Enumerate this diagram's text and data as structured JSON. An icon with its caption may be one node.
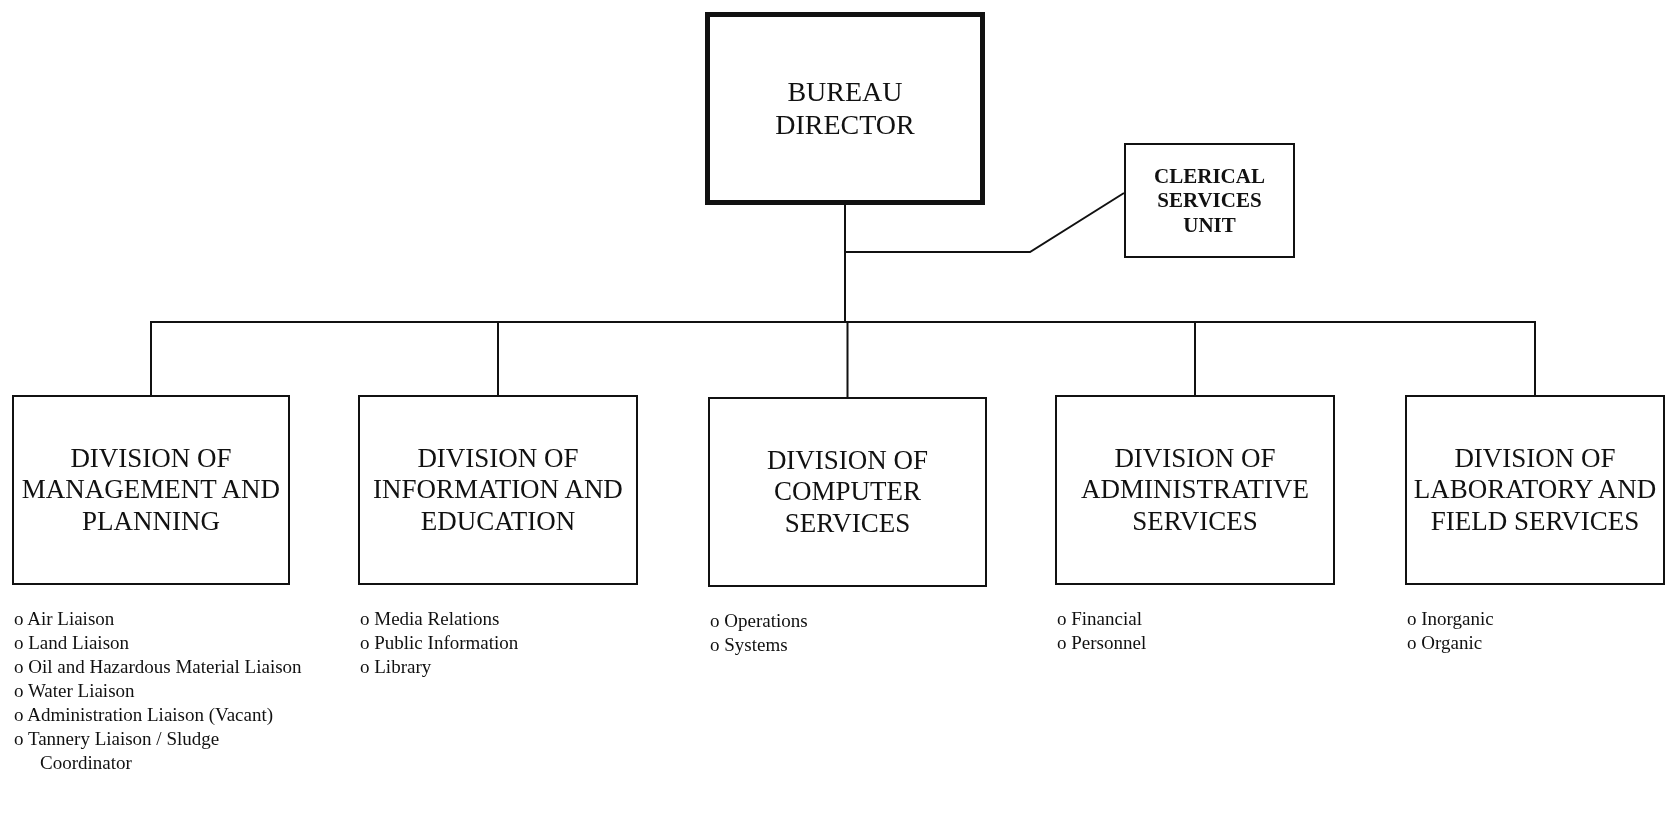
{
  "diagram": {
    "nodes": [
      {
        "text": [
          "BUREAU DIRECTOR"
        ]
      },
      {
        "text": [
          "CLERICAL SERVICES UNIT"
        ]
      },
      {
        "text": [
          "DIVISION OF MANAGEMENT AND PLANNING"
        ],
        "beside": [
          "o Air Liaison",
          "o Land Liaison",
          "o Oil and Hazardous Material Liaison",
          "o Water Liaison",
          "o Administration Liaison (Vacant)",
          "o Tannery Liaison / Sludge Coordinator"
        ]
      },
      {
        "text": [
          "DIVISION OF INFORMATION AND EDUCATION"
        ],
        "beside": [
          "o Media Relations",
          "o Public Information",
          "o Library"
        ]
      },
      {
        "text": [
          "DIVISION OF COMPUTER SERVICES"
        ],
        "beside": [
          "o Operations",
          "o Systems"
        ]
      },
      {
        "text": [
          "DIVISION OF ADMINISTRATIVE SERVICES"
        ],
        "beside": [
          "o Financial",
          "o Personnel"
        ]
      },
      {
        "text": [
          "DIVISION OF LABORATORY AND FIELD SERVICES"
        ],
        "beside": [
          "o Inorganic",
          "o Organic"
        ]
      }
    ],
    "edges": [
      {
        "from": 0,
        "to": 1,
        "arrow": "none"
      },
      {
        "from": 0,
        "to": 2,
        "arrow": "none"
      },
      {
        "from": 0,
        "to": 3,
        "arrow": "none"
      },
      {
        "from": 0,
        "to": 4,
        "arrow": "none"
      },
      {
        "from": 0,
        "to": 5,
        "arrow": "none"
      },
      {
        "from": 0,
        "to": 6,
        "arrow": "none"
      }
    ]
  }
}
